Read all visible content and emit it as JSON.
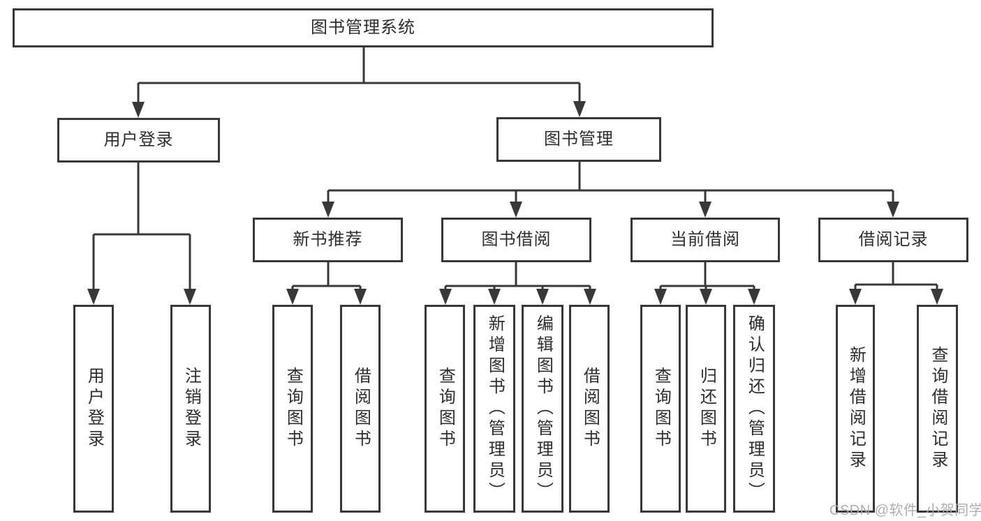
{
  "diagram_type": "feature-tree",
  "tree": {
    "root": {
      "label": "图书管理系统",
      "children": [
        {
          "label": "用户登录",
          "children": [
            {
              "label": "用户登录"
            },
            {
              "label": "注销登录"
            }
          ]
        },
        {
          "label": "图书管理",
          "children": [
            {
              "label": "新书推荐",
              "children": [
                {
                  "label": "查询图书"
                },
                {
                  "label": "借阅图书"
                }
              ]
            },
            {
              "label": "图书借阅",
              "children": [
                {
                  "label": "查询图书"
                },
                {
                  "label": "新增图书（管理员）"
                },
                {
                  "label": "编辑图书（管理员）"
                },
                {
                  "label": "借阅图书"
                }
              ]
            },
            {
              "label": "当前借阅",
              "children": [
                {
                  "label": "查询图书"
                },
                {
                  "label": "归还图书"
                },
                {
                  "label": "确认归还（管理员）"
                }
              ]
            },
            {
              "label": "借阅记录",
              "children": [
                {
                  "label": "新增借阅记录"
                },
                {
                  "label": "查询借阅记录"
                }
              ]
            }
          ]
        }
      ]
    }
  },
  "watermark": {
    "text": "CSDN @软件_小贺同学"
  },
  "colors": {
    "line": "#383838",
    "box_border": "#383838",
    "text": "#2d2d2d",
    "background": "#ffffff",
    "watermark": "#aaaaaa"
  }
}
